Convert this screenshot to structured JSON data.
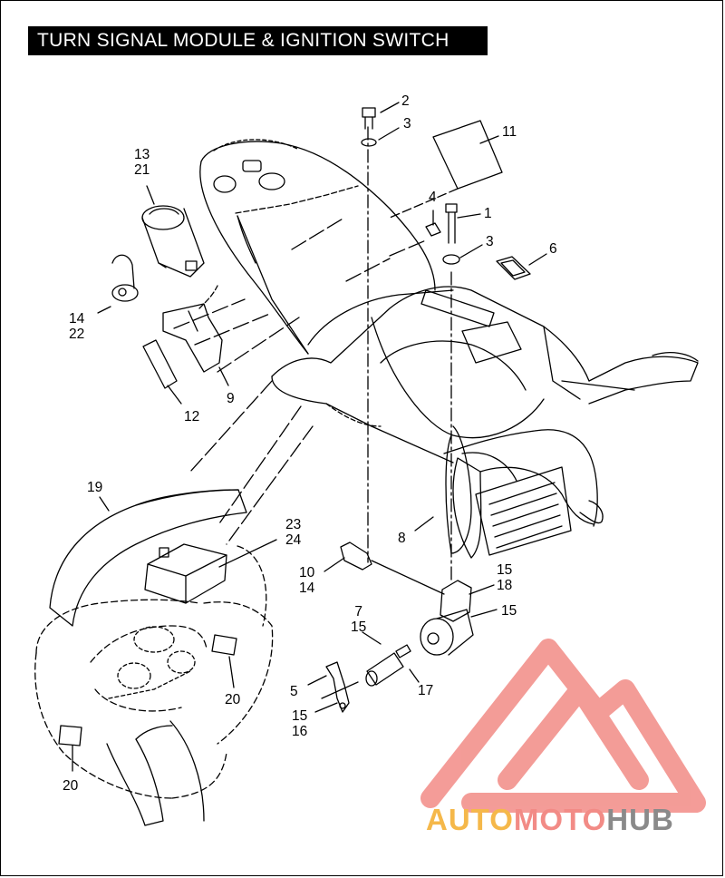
{
  "title": "TURN SIGNAL MODULE & IGNITION SWITCH",
  "callouts": [
    {
      "id": "c2",
      "lines": [
        "2"
      ]
    },
    {
      "id": "c3a",
      "lines": [
        "3"
      ]
    },
    {
      "id": "c11",
      "lines": [
        "11"
      ]
    },
    {
      "id": "c1",
      "lines": [
        "1"
      ]
    },
    {
      "id": "c4",
      "lines": [
        "4"
      ]
    },
    {
      "id": "c3b",
      "lines": [
        "3"
      ]
    },
    {
      "id": "c6",
      "lines": [
        "6"
      ]
    },
    {
      "id": "c1321",
      "lines": [
        "13",
        "21"
      ]
    },
    {
      "id": "c1422",
      "lines": [
        "14",
        "22"
      ]
    },
    {
      "id": "c12",
      "lines": [
        "12"
      ]
    },
    {
      "id": "c9",
      "lines": [
        "9"
      ]
    },
    {
      "id": "c19",
      "lines": [
        "19"
      ]
    },
    {
      "id": "c2324",
      "lines": [
        "23",
        "24"
      ]
    },
    {
      "id": "c8",
      "lines": [
        "8"
      ]
    },
    {
      "id": "c1014",
      "lines": [
        "10",
        "14"
      ]
    },
    {
      "id": "c1518",
      "lines": [
        "15",
        "18"
      ]
    },
    {
      "id": "c715",
      "lines": [
        "7",
        "15"
      ]
    },
    {
      "id": "c15b",
      "lines": [
        "15"
      ]
    },
    {
      "id": "c17",
      "lines": [
        "17"
      ]
    },
    {
      "id": "c5",
      "lines": [
        "5"
      ]
    },
    {
      "id": "c1516",
      "lines": [
        "15",
        "16"
      ]
    },
    {
      "id": "c20a",
      "lines": [
        "20"
      ]
    },
    {
      "id": "c20b",
      "lines": [
        "20"
      ]
    }
  ],
  "watermark": {
    "parts": [
      "AUTO",
      "MOTO",
      "HUB"
    ],
    "colors": [
      "#f5b84a",
      "#f28b86",
      "#8a8a8a"
    ],
    "logo_color": "#f28b86"
  }
}
